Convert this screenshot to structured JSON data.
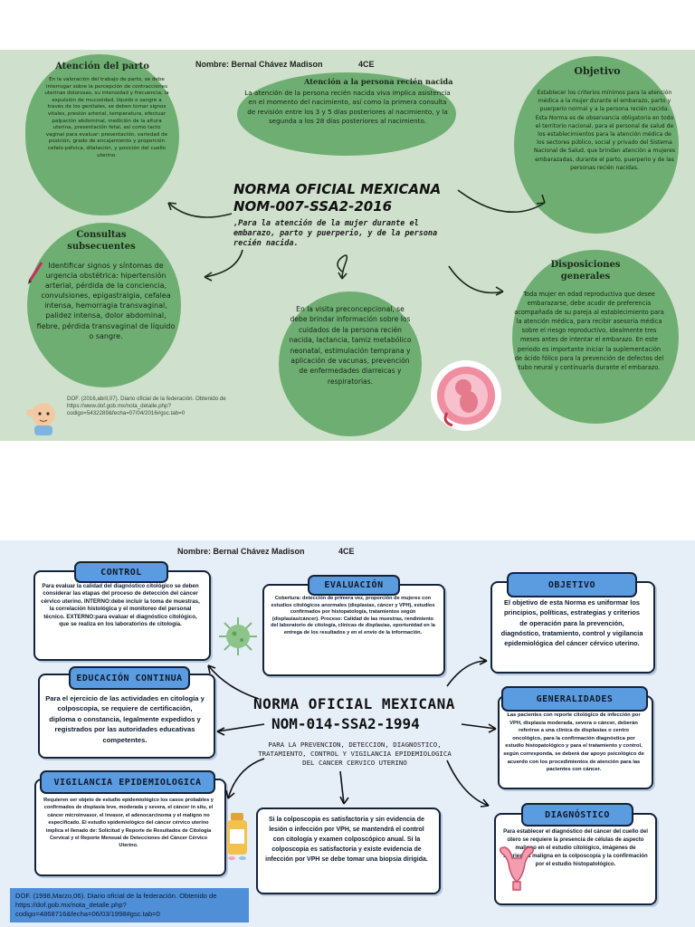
{
  "p1": {
    "header_name": "Nombre: Bernal Chávez Madison",
    "header_group": "4CE",
    "title_line1": "NORMA OFICIAL MEXICANA",
    "title_line2": "NOM-007-SSA2-2016",
    "subtitle": ",Para la atención de la mujer durante el embarazo, parto y puerperio, y de la persona recién nacida.",
    "parto": {
      "title": "Atención del parto",
      "text": "En la valoración del trabajo de parto, se debe interrogar sobre la percepción de contracciones uterinas dolorosas, su intensidad y frecuencia, la expulsión de mucosidad, líquido o sangre a través de los genitales, se deben tomar signos vitales, presión arterial, temperatura, efectuar palpación abdominal, medición de la altura uterina, presentación fetal, así como tacto vaginal para evaluar: presentación, variedad de posición, grado de encajamiento y proporción cefalo-pélvica, dilatación, y posición del cuello uterino."
    },
    "recien": {
      "title": "Atención a la persona recién nacida",
      "text": "La atención de la persona recién nacida viva implica asistencia en el momento del nacimiento, así como la primera consulta de revisión entre los 3 y 5 días posteriores al nacimiento, y la segunda a los 28 días posteriores al nacimiento."
    },
    "objetivo": {
      "title": "Objetivo",
      "text": "Establecer los criterios mínimos para la atención médica a la mujer durante el embarazo, parto y puerperio normal y a la persona recién nacida. Esta Norma es de observancia obligatoria en todo el territorio nacional, para el personal de salud de los establecimientos para la atención médica de los sectores público, social y privado del Sistema Nacional de Salud, que brindan atención a mujeres embarazadas, durante el parto, puerperio y de las personas recién nacidas."
    },
    "consultas": {
      "title": "Consultas subsecuentes",
      "text": "Identificar signos y síntomas de urgencia obstétrica: hipertensión arterial, pérdida de la conciencia, convulsiones, epigastralgia, cefalea intensa, hemorragia transvaginal, palidez intensa, dolor abdominal, fiebre, pérdida transvaginal de líquido o sangre."
    },
    "visita": {
      "text": "En la visita preconcepcional, se debe brindar información sobre los cuidados de la persona recién nacida, lactancia, tamiz metabólico neonatal, estimulación temprana y aplicación de vacunas, prevención de enfermedades diarreicas y respiratorias."
    },
    "disposiciones": {
      "title": "Disposiciones generales",
      "text": "Toda mujer en edad reproductiva que desee embarazarse, debe acudir de preferencia acompañada de su pareja al establecimiento para la atención médica, para recibir asesoría médica sobre el riesgo reproductivo, idealmente tres meses antes de intentar el embarazo. En este periodo es importante iniciar la suplementación de ácido fólico para la prevención de defectos del tubo neural y continuarla durante el embarazo."
    },
    "reference": "DOF. (2016,abril,07). Diario oficial de la federación. Obtenido de https://www.dof.gob.mx/nota_detalle.php?codigo=5432289&fecha=07/04/2016#gsc.tab=0"
  },
  "p2": {
    "header_name": "Nombre: Bernal Chávez Madison",
    "header_group": "4CE",
    "title_line1": "NORMA OFICIAL MEXICANA",
    "title_line2": "NOM-014-SSA2-1994",
    "subtitle": "PARA LA PREVENCION, DETECCION, DIAGNOSTICO, TRATAMIENTO, CONTROL Y VIGILANCIA EPIDEMIOLOGICA DEL CANCER CERVICO UTERINO",
    "control": {
      "title": "CONTROL",
      "text": "Para evaluar la calidad del diagnóstico citológico se deben considerar las etapas del proceso de detección del cáncer cérvico uterino. INTERNO:debe incluir la toma de muestras, la correlación histológica y el monitoreo del personal técnico. EXTERNO:para evaluar el diagnóstico citológico, que se realiza en los laboratorios de citología."
    },
    "evaluacion": {
      "title": "EVALUACIÓN",
      "text": "Cobertura: detección de primera vez, proporción de mujeres con estudios citológicos anormales (displasias, cáncer y VPH), estudios confirmados por histopatología, tratamientos según (displasias/cáncer). Proceso: Calidad de las muestras, rendimiento del laboratorio de citología, clínicas de displasias, oportunidad en la entrega de los resultados y en el envío de la información."
    },
    "objetivo": {
      "title": "OBJETIVO",
      "text": "El objetivo de esta Norma es uniformar los principios, políticas, estrategias y criterios de operación para la prevención, diagnóstico, tratamiento, control y vigilancia epidemiológica del cáncer cérvico uterino."
    },
    "educacion": {
      "title": "EDUCACIÓN CONTINUA",
      "text": "Para el ejercicio de las actividades en citología y colposcopia, se requiere de certificación, diploma o constancia, legalmente expedidos y registrados por las autoridades educativas competentes."
    },
    "generalidades": {
      "title": "GENERALIDADES",
      "text": "Las pacientes con reporte citológico de infección por VPH, displasia moderada, severa o cáncer, deberán referirse a una clínica de displasias o centro oncológico, para la confirmación diagnóstica por estudio histopatológico y para el tratamiento y control, según corresponda, se deberá dar apoyo psicológico de acuerdo con los procedimientos de atención para las pacientes con cáncer."
    },
    "vigilancia": {
      "title": "VIGILANCIA EPIDEMIOLOGICA",
      "text": "Requieren ser objeto de estudio epidemiológico los casos probables y confirmados de displasia leve, moderada y severa, el cáncer in situ, el cáncer microinvasor, el invasor, el adenocarcinoma y el maligno no especificado. El estudio epidemiológico del cáncer cérvico uterino implica el llenado de: Solicitud y Reporte de Resultados de Citología Cervical y el Reporte Mensual de Detecciones del Cáncer Cérvico Uterino."
    },
    "colposcopia": {
      "text": "Si la colposcopia es satisfactoria y sin evidencia de lesión o infección por VPH, se mantendrá el control con citología y examen colposcópico anual. Si la colposcopia es satisfactoria y existe evidencia de infección por VPH se debe tomar una biopsia dirigida."
    },
    "diagnostico": {
      "title": "DIAGNÓSTICO",
      "text": "Para establecer el diagnóstico del cáncer del cuello del útero se requiere la presencia de células de aspecto maligno en el estudio citológico, imágenes de apariencia maligna en la colposcopía y la confirmación por el estudio histopatológico."
    },
    "reference": "DOF. (1998,Marzo,06). Diario oficial de la federación. Obtenido de https://dof.gob.mx/nota_detalle.php?codigo=4868716&fecha=06/03/1998#gsc.tab=0"
  },
  "colors": {
    "panel1_bg": "#cfe0cc",
    "blob_green": "#6fae72",
    "panel2_bg": "#e6eef8",
    "tab_blue": "#5b9be0",
    "navy": "#14233a"
  }
}
